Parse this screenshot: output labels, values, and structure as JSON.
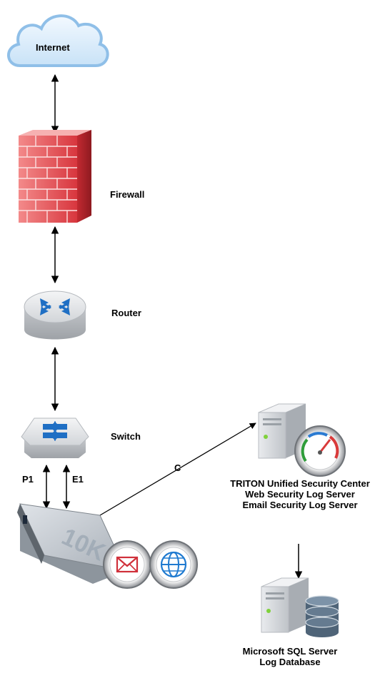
{
  "nodes": {
    "internet": {
      "label": "Internet",
      "icon": "cloud-icon"
    },
    "firewall": {
      "label": "Firewall",
      "icon": "firewall-icon"
    },
    "router": {
      "label": "Router",
      "icon": "router-icon"
    },
    "switch": {
      "label": "Switch",
      "icon": "switch-icon"
    },
    "appliance": {
      "label": "10K",
      "icon": "appliance-icon"
    },
    "triton_server": {
      "lines": [
        "TRITON Unified Security Center",
        "Web Security Log Server",
        "Email Security Log Server"
      ],
      "icon": "server-icon"
    },
    "sql_server": {
      "lines": [
        "Microsoft SQL Server",
        "Log Database"
      ],
      "icon": "database-server-icon"
    }
  },
  "connections": {
    "p1": "P1",
    "e1": "E1",
    "c": "C"
  },
  "colors": {
    "cloud_fill": "#d9ecfa",
    "cloud_stroke": "#8fbfe8",
    "firewall_red": "#d9363e",
    "device_gray": "#c9ccd0",
    "arrow_blue": "#1f6fc4",
    "email_red": "#d0303a",
    "globe_blue": "#1f7ad0"
  }
}
